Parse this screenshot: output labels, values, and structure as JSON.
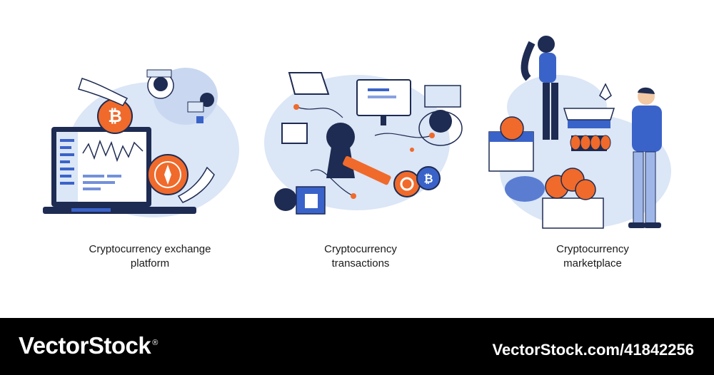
{
  "illustrations": [
    {
      "caption_line1": "Cryptocurrency exchange",
      "caption_line2": "platform",
      "icon": "exchange-laptop-illustration"
    },
    {
      "caption_line1": "Cryptocurrency",
      "caption_line2": "transactions",
      "icon": "keyhole-key-illustration"
    },
    {
      "caption_line1": "Cryptocurrency",
      "caption_line2": "marketplace",
      "icon": "market-stall-illustration"
    }
  ],
  "footer": {
    "brand": "VectorStock",
    "registered_mark": "®",
    "asset_url": "VectorStock.com/41842256"
  },
  "colors": {
    "accent_orange": "#f06a2b",
    "navy": "#1e2b52",
    "blue": "#3a63c9",
    "light_blue": "#dbe6f6"
  }
}
